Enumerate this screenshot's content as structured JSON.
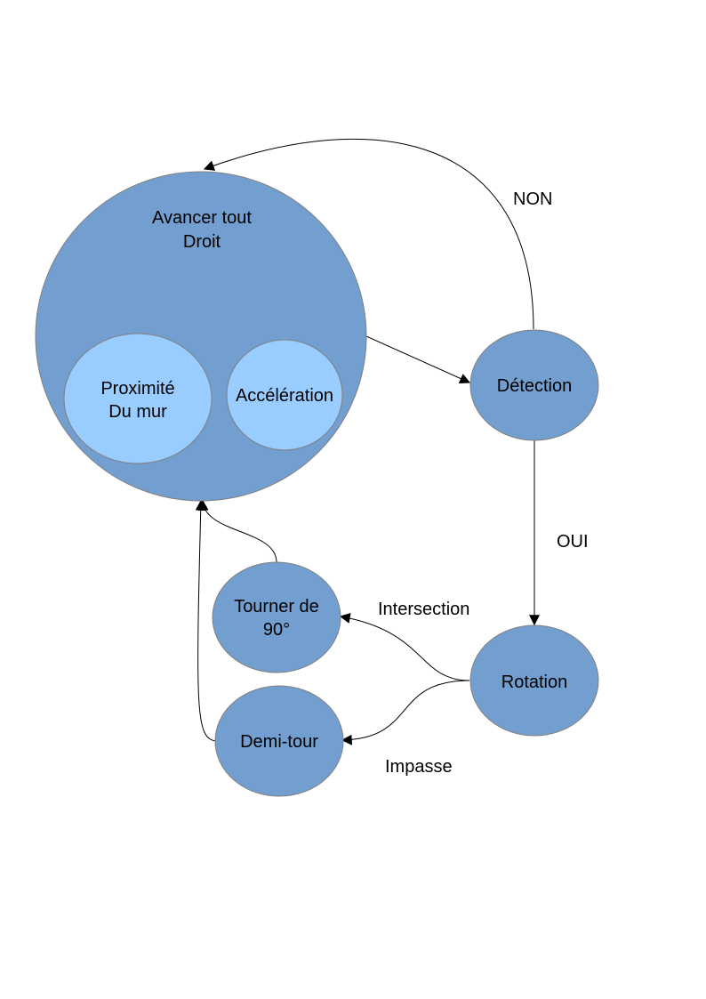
{
  "colors": {
    "state_fill": "#729fcf",
    "substate_fill": "#99ccff",
    "stroke": "#808080",
    "edge": "#000000"
  },
  "nodes": {
    "avancer": {
      "line1": "Avancer tout",
      "line2": "Droit"
    },
    "proximite": {
      "line1": "Proximité",
      "line2": "Du mur"
    },
    "acceleration": {
      "line1": "Accélération"
    },
    "detection": {
      "line1": "Détection"
    },
    "rotation": {
      "line1": "Rotation"
    },
    "tourner": {
      "line1": "Tourner de",
      "line2": "90°"
    },
    "demitour": {
      "line1": "Demi-tour"
    }
  },
  "edges": {
    "non": "NON",
    "oui": "OUI",
    "intersection": "Intersection",
    "impasse": "Impasse"
  }
}
